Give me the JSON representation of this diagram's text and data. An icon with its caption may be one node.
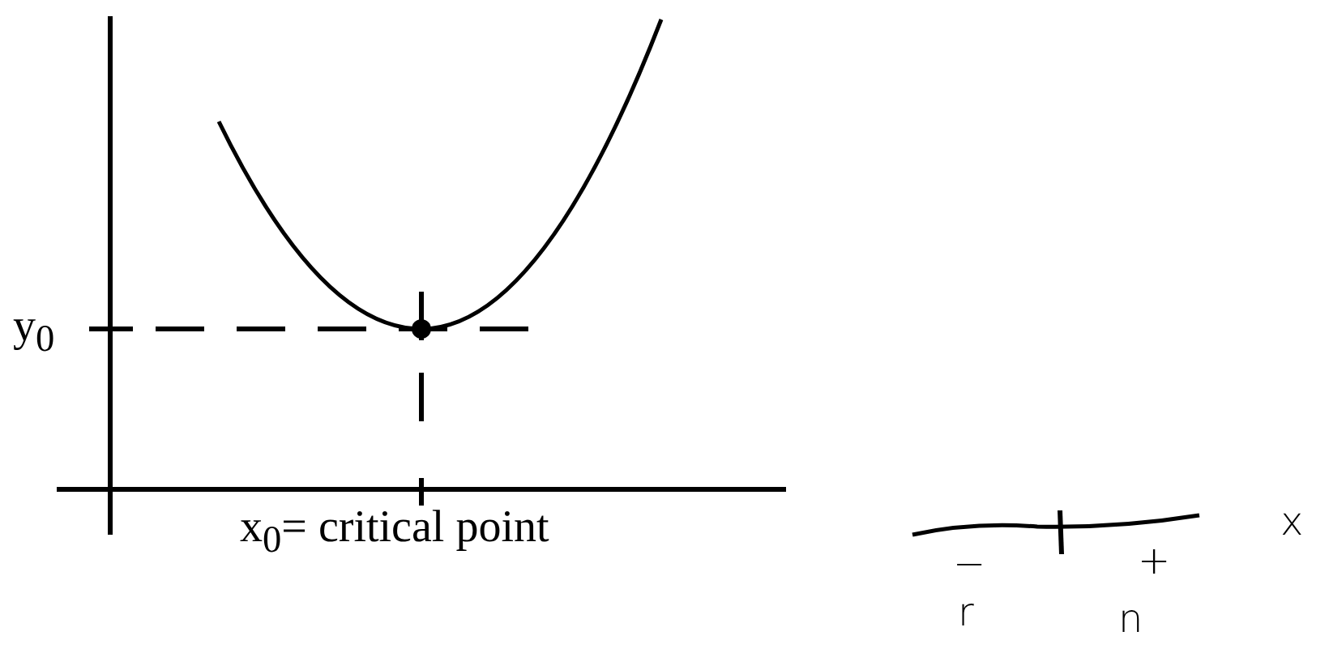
{
  "diagram": {
    "labels": [
      "y$_{0}$",
      "x$_{0}$= critical point",
      "x",
      "−",
      "r",
      "+",
      "n"
    ]
  }
}
